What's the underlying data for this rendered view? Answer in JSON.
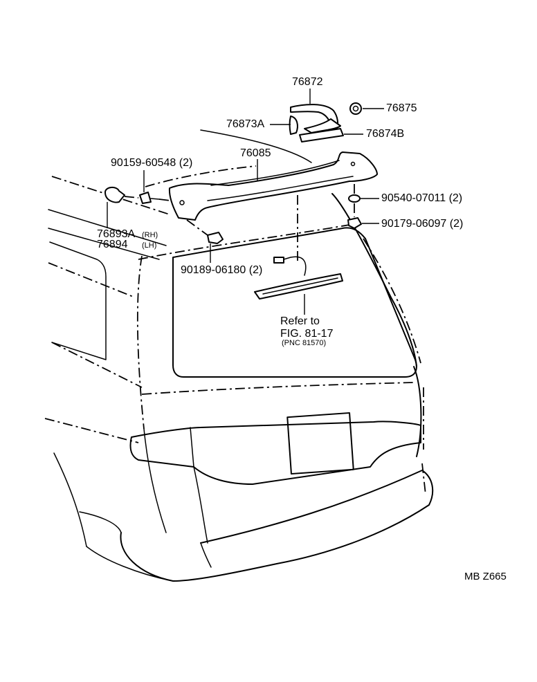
{
  "labels": {
    "p76872": "76872",
    "p76875": "76875",
    "p76873A": "76873A",
    "p76874B": "76874B",
    "p76085": "76085",
    "p90159": "90159-60548 (2)",
    "p90540": "90540-07011 (2)",
    "p90179": "90179-06097 (2)",
    "p76893A": "76893A",
    "rh": "(RH)",
    "p76894": "76894",
    "lh": "(LH)",
    "p90189": "90189-06180 (2)",
    "refer1": "Refer to",
    "refer2": "FIG. 81-17",
    "refer3": "(PNC 81570)",
    "code": "MB  Z665"
  }
}
